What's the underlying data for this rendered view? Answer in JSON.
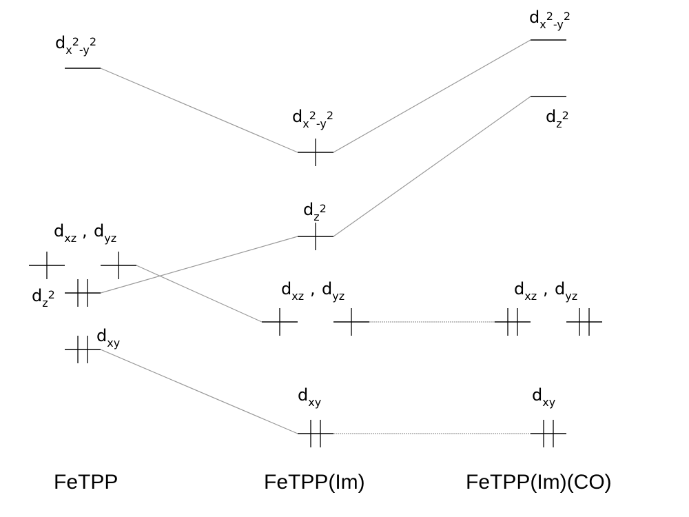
{
  "columns": [
    "FeTPP",
    "FeTPP(Im)",
    "FeTPP(Im)(CO)"
  ],
  "orbitals": {
    "dx2y2": {
      "main": "d",
      "sub1": "x",
      "sup1": "2",
      "mid": "-",
      "sub2": "y",
      "sup2": "2"
    },
    "dz2": {
      "main": "d",
      "sub": "z",
      "sup": "2"
    },
    "dxz": {
      "main": "d",
      "sub": "xz"
    },
    "dyz": {
      "main": "d",
      "sub": "yz"
    },
    "dxy": {
      "main": "d",
      "sub": "xy"
    },
    "comma": ","
  },
  "electrons": {
    "FeTPP": {
      "dx2y2": 0,
      "dxz": 1,
      "dyz": 1,
      "dz2": 2,
      "dxy": 2
    },
    "FeTPP(Im)": {
      "dx2y2": 1,
      "dz2": 1,
      "dxz": 1,
      "dyz": 1,
      "dxy": 2
    },
    "FeTPP(Im)(CO)": {
      "dx2y2": 0,
      "dz2": 0,
      "dxz": 2,
      "dyz": 2,
      "dxy": 2
    }
  }
}
